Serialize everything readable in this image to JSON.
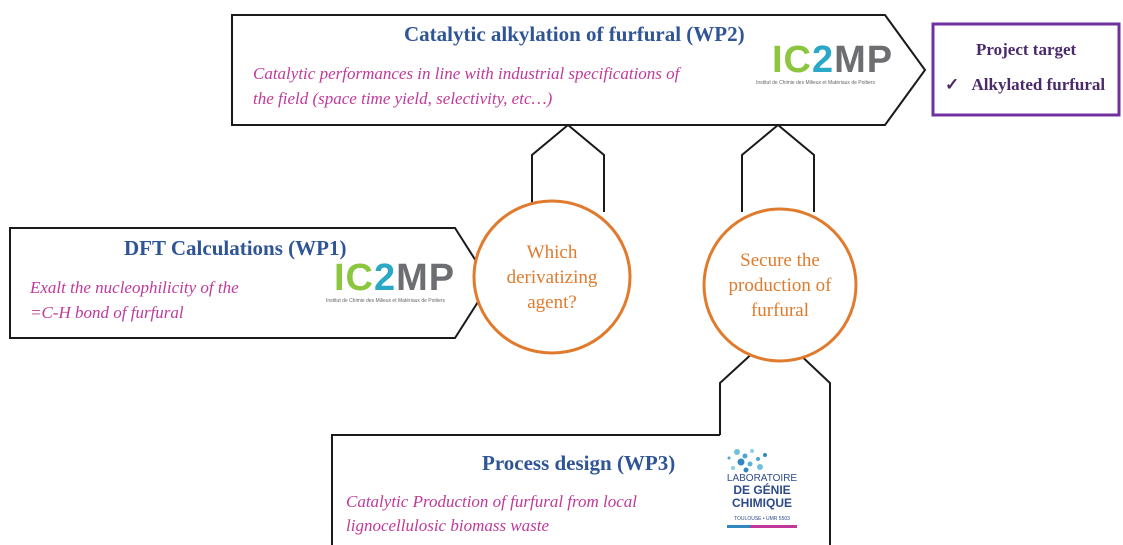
{
  "wp2": {
    "title": "Catalytic alkylation of furfural (WP2)",
    "desc_line1": "Catalytic performances in line with industrial specifications of",
    "desc_line2": "the field (space time yield, selectivity, etc…)"
  },
  "wp1": {
    "title": "DFT Calculations (WP1)",
    "desc_line1": "Exalt the nucleophilicity of  the",
    "desc_line2": "=C-H bond of furfural"
  },
  "wp3": {
    "title": "Process design (WP3)",
    "desc_line1": "Catalytic Production of furfural from local",
    "desc_line2": "lignocellulosic biomass waste"
  },
  "circle_left": {
    "line1": "Which",
    "line2": "derivatizing",
    "line3": "agent?"
  },
  "circle_right": {
    "line1": "Secure the",
    "line2": "production of",
    "line3": "furfural"
  },
  "target": {
    "title": "Project target",
    "check": "✓",
    "item": "Alkylated  furfural"
  },
  "logos": {
    "ic2mp": {
      "part_ic": "IC",
      "part_2": "2",
      "part_mp": "MP",
      "subtitle": "Institut de Chimie des Milieux et Matériaux de Poitiers"
    },
    "lgc": {
      "line1": "LABORATOIRE",
      "line2": "DE GÉNIE",
      "line3": "CHIMIQUE",
      "line4": "TOULOUSE • UMR 5503"
    }
  },
  "colors": {
    "title_blue": "#2f5597",
    "desc_magenta": "#c0399a",
    "circle_orange": "#e07b2e",
    "target_purple": "#7030a0"
  }
}
